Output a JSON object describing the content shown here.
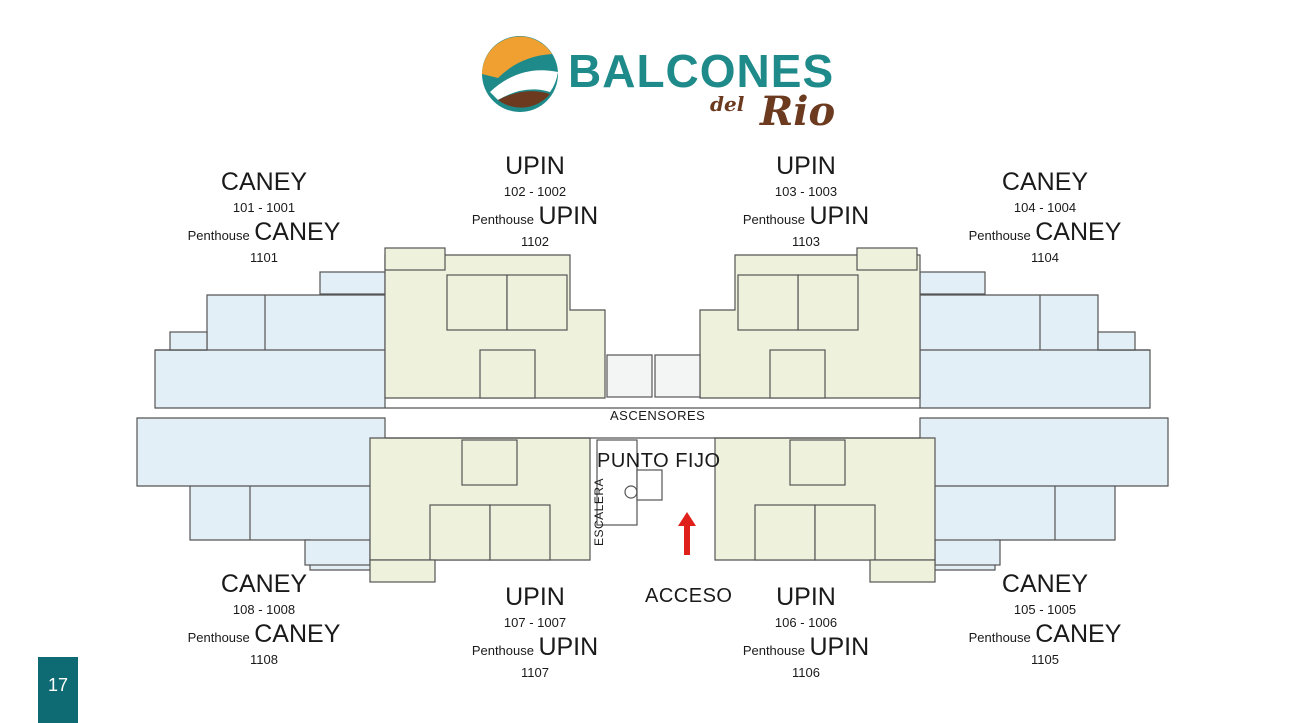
{
  "logo": {
    "brand": "BALCONES",
    "del": "del",
    "rio": "Rio",
    "colors": {
      "teal": "#1e8a8a",
      "orange": "#f0a030",
      "brown": "#6b3a1f"
    }
  },
  "units": {
    "top_left": {
      "name": "CANEY",
      "range": "101 - 1001",
      "ph_word": "Penthouse",
      "ph_name": "CANEY",
      "ph_num": "1101"
    },
    "top_mid_left": {
      "name": "UPIN",
      "range": "102 - 1002",
      "ph_word": "Penthouse",
      "ph_name": "UPIN",
      "ph_num": "1102"
    },
    "top_mid_right": {
      "name": "UPIN",
      "range": "103 - 1003",
      "ph_word": "Penthouse",
      "ph_name": "UPIN",
      "ph_num": "1103"
    },
    "top_right": {
      "name": "CANEY",
      "range": "104 - 1004",
      "ph_word": "Penthouse",
      "ph_name": "CANEY",
      "ph_num": "1104"
    },
    "bottom_left": {
      "name": "CANEY",
      "range": "108 - 1008",
      "ph_word": "Penthouse",
      "ph_name": "CANEY",
      "ph_num": "1108"
    },
    "bottom_mid_left": {
      "name": "UPIN",
      "range": "107 - 1007",
      "ph_word": "Penthouse",
      "ph_name": "UPIN",
      "ph_num": "1107"
    },
    "bottom_mid_right": {
      "name": "UPIN",
      "range": "106 - 1006",
      "ph_word": "Penthouse",
      "ph_name": "UPIN",
      "ph_num": "1106"
    },
    "bottom_right": {
      "name": "CANEY",
      "range": "105 - 1005",
      "ph_word": "Penthouse",
      "ph_name": "CANEY",
      "ph_num": "1105"
    }
  },
  "plan": {
    "ascensores": "ASCENSORES",
    "punto_fijo": "PUNTO FIJO",
    "escalera": "ESCALERA",
    "acceso": "ACCESO",
    "colors": {
      "caney_fill": "#e3eff6",
      "upin_fill": "#eef2dc",
      "wall": "#555555",
      "arrow": "#e0201b"
    }
  },
  "page_number": "17"
}
